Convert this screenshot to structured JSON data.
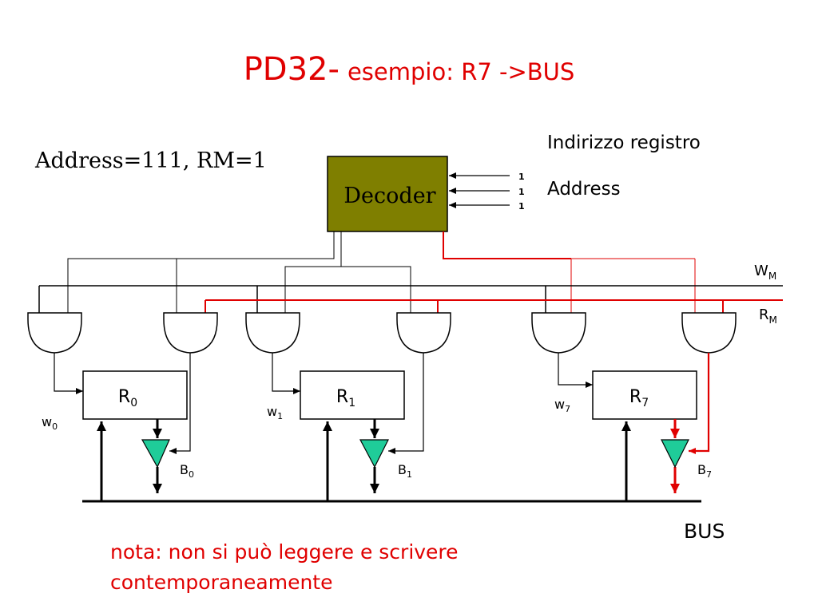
{
  "slide": {
    "title_main": "PD32-",
    "title_sub": "esempio: R7 ->BUS",
    "address_info": "Address=111, RM=1",
    "decoder_label": "Decoder",
    "register_address_title": "Indirizzo registro",
    "register_address_label": "Address",
    "address_bits": [
      "1",
      "1",
      "1"
    ],
    "wm_label": {
      "main": "W",
      "sub": "M"
    },
    "rm_label": {
      "main": "R",
      "sub": "M"
    },
    "registers": [
      {
        "main": "R",
        "sub": "0"
      },
      {
        "main": "R",
        "sub": "1"
      },
      {
        "main": "R",
        "sub": "7"
      }
    ],
    "write_labels": [
      {
        "main": "w",
        "sub": "0"
      },
      {
        "main": "w",
        "sub": "1"
      },
      {
        "main": "w",
        "sub": "7"
      }
    ],
    "buffer_labels": [
      {
        "main": "B",
        "sub": "0"
      },
      {
        "main": "B",
        "sub": "1"
      },
      {
        "main": "B",
        "sub": "7"
      }
    ],
    "bus_label": "BUS",
    "note_line1": "nota: non si può leggere e scrivere",
    "note_line2": "contemporaneamente"
  },
  "colors": {
    "title": "#e00000",
    "decoder_fill": "#7f7f00",
    "buffer_fill": "#1fcc99",
    "active_path": "#e00000",
    "wire": "#000000"
  }
}
